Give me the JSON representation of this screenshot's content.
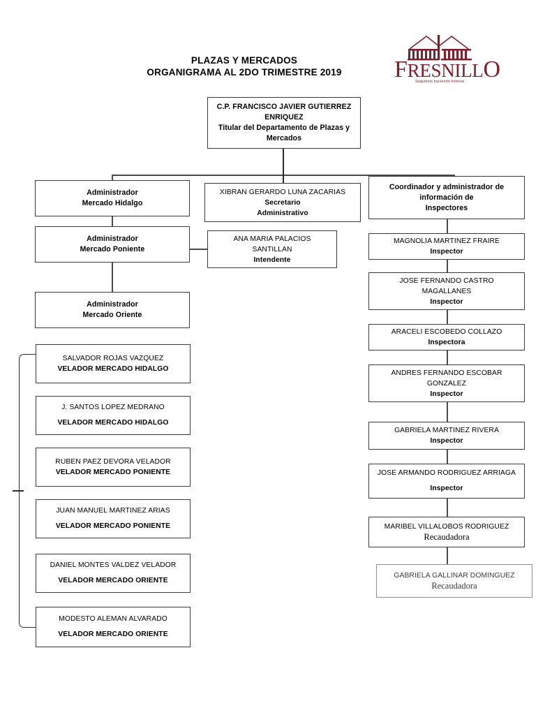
{
  "document": {
    "title_line1": "PLAZAS Y MERCADOS",
    "title_line2": "ORGANIGRAMA AL 2DO TRIMESTRE 2019"
  },
  "logo": {
    "name": "FRESNILLO",
    "wordmark_initial": "F",
    "wordmark_rest": "RESNILL",
    "wordmark_final": "O",
    "tagline": "Seguimos haciendo historia",
    "color": "#7B1F2B"
  },
  "chart_data": {
    "type": "diagram",
    "title": "PLAZAS Y MERCADOS ORGANIGRAMA AL 2DO TRIMESTRE 2019",
    "root": {
      "name": "C.P. FRANCISCO JAVIER GUTIERREZ ENRIQUEZ",
      "role": "Titular del Departamento de Plazas y Mercados"
    }
  },
  "root_box": {
    "line1": "C.P. FRANCISCO JAVIER GUTIERREZ",
    "line2": "ENRIQUEZ",
    "line3": "Titular del Departamento de Plazas y",
    "line4": "Mercados"
  },
  "administradores": [
    {
      "line1": "Administrador",
      "line2": "Mercado Hidalgo"
    },
    {
      "line1": "Administrador",
      "line2": "Mercado Poniente"
    },
    {
      "line1": "Administrador",
      "line2": "Mercado Oriente"
    }
  ],
  "center": {
    "secretario": {
      "name": "XIBRAN GERARDO LUNA ZACARIAS",
      "role_line1": "Secretario",
      "role_line2": "Administrativo"
    },
    "intendente": {
      "name_line1": "ANA MARIA PALACIOS",
      "name_line2": "SANTILLAN",
      "role": "Intendente"
    }
  },
  "coordinador": {
    "line1": "Coordinador y administrador de",
    "line2": "información de",
    "line3": "Inspectores"
  },
  "inspectores": [
    {
      "name_line1": "MAGNOLIA MARTINEZ FRAIRE",
      "name_line2": "",
      "role": "Inspector",
      "style": "normal"
    },
    {
      "name_line1": "JOSE FERNANDO CASTRO",
      "name_line2": "MAGALLANES",
      "role": "Inspector",
      "style": "normal"
    },
    {
      "name_line1": "ARACELI ESCOBEDO COLLAZO",
      "name_line2": "",
      "role": "Inspectora",
      "style": "normal"
    },
    {
      "name_line1": "ANDRES FERNANDO ESCOBAR",
      "name_line2": "GONZALEZ",
      "role": "Inspector",
      "style": "normal"
    },
    {
      "name_line1": "GABRIELA MARTINEZ RIVERA",
      "name_line2": "",
      "role": "Inspector",
      "style": "normal"
    },
    {
      "name_line1": "JOSE ARMANDO RODRIGUEZ ARRIAGA",
      "name_line2": "",
      "role": "Inspector",
      "style": "spaced"
    },
    {
      "name_line1": "MARIBEL VILLALOBOS RODRIGUEZ",
      "name_line2": "",
      "role": "Recaudadora",
      "style": "serif"
    },
    {
      "name_line1": "GABRIELA GALLINAR DOMINGUEZ",
      "name_line2": "",
      "role": "Recaudadora",
      "style": "serif-gray"
    }
  ],
  "veladores": [
    {
      "name": "SALVADOR ROJAS VAZQUEZ",
      "role": "VELADOR MERCADO HIDALGO",
      "style": "tight"
    },
    {
      "name": "J. SANTOS LOPEZ MEDRANO",
      "role": "VELADOR MERCADO HIDALGO",
      "style": "spaced"
    },
    {
      "name": "RUBEN PAEZ DEVORA VELADOR",
      "role": "VELADOR MERCADO PONIENTE",
      "style": "tight"
    },
    {
      "name": "JUAN MANUEL MARTINEZ ARIAS",
      "role": "VELADOR MERCADO PONIENTE",
      "style": "spaced"
    },
    {
      "name": "DANIEL MONTES VALDEZ VELADOR",
      "role": "VELADOR MERCADO ORIENTE",
      "style": "spaced"
    },
    {
      "name": "MODESTO ALEMAN ALVARADO",
      "role": "VELADOR MERCADO ORIENTE",
      "style": "spaced"
    }
  ]
}
